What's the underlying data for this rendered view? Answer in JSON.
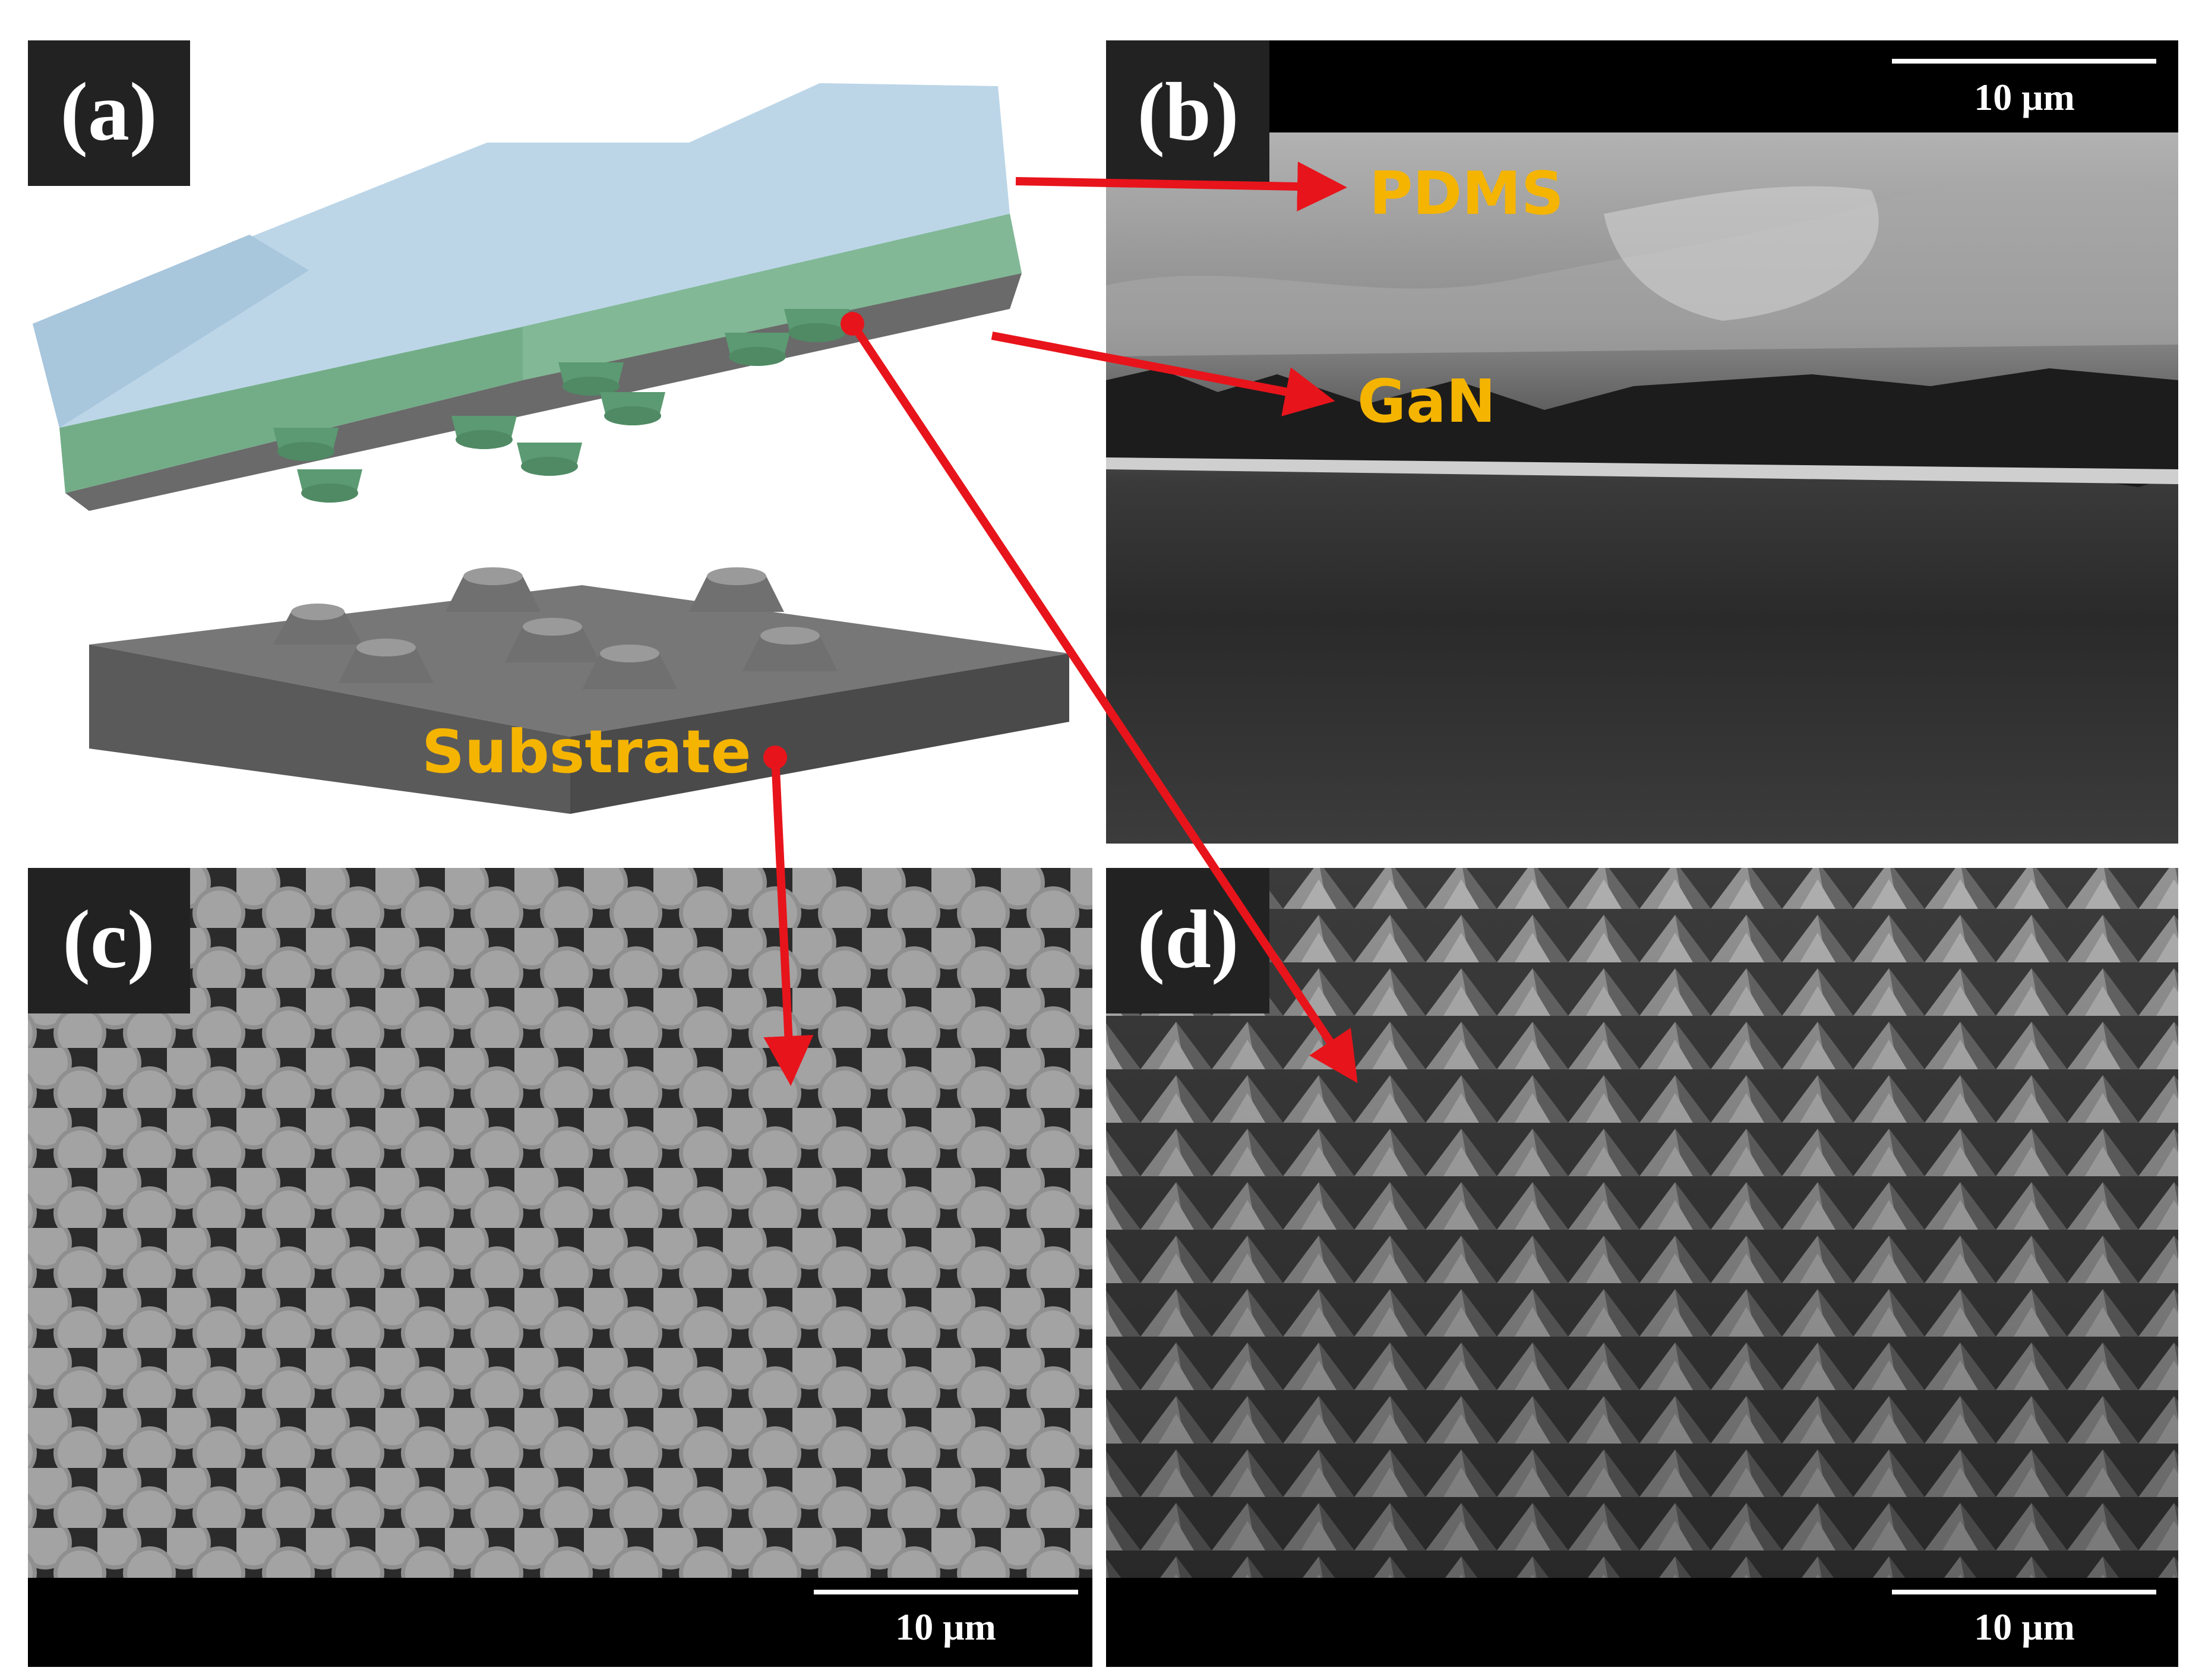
{
  "panels": {
    "a": {
      "label": "(a)"
    },
    "b": {
      "label": "(b)"
    },
    "c": {
      "label": "(c)"
    },
    "d": {
      "label": "(d)"
    }
  },
  "callouts": {
    "pdms": "PDMS",
    "gan": "GaN",
    "substrate": "Substrate"
  },
  "scale_bars": {
    "b": "10 μm",
    "c": "10 μm",
    "d": "10 μm"
  },
  "colors": {
    "callout_text": "#f5b400",
    "arrow": "#e8141b",
    "pdms_layer": "#b9d4e6",
    "gan_layer": "#6fa882",
    "substrate": "#6b6b6b"
  }
}
